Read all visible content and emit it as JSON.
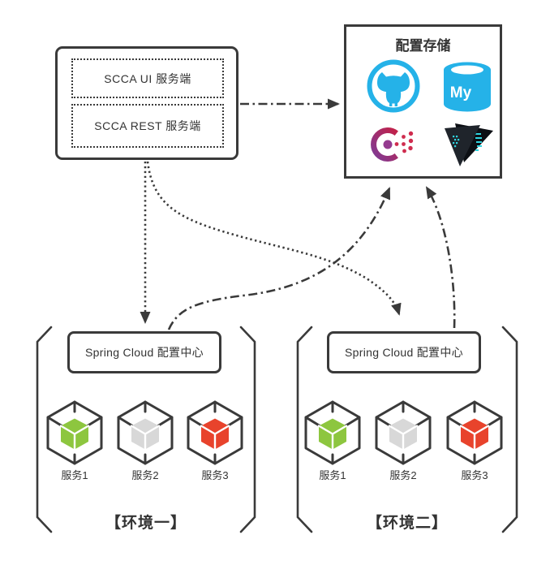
{
  "server_box": {
    "items": [
      {
        "label": "SCCA UI 服务端"
      },
      {
        "label": "SCCA REST 服务端"
      }
    ]
  },
  "storage": {
    "title": "配置存储",
    "mysql_label": "My",
    "icons": [
      {
        "name": "github-icon"
      },
      {
        "name": "mysql-icon"
      },
      {
        "name": "consul-icon"
      },
      {
        "name": "vault-icon"
      }
    ]
  },
  "environments": [
    {
      "label": "【环境一】",
      "config_center_label": "Spring Cloud 配置中心",
      "services": [
        {
          "label": "服务1",
          "color": "#8DC63F"
        },
        {
          "label": "服务2",
          "color": "#D8D8D8"
        },
        {
          "label": "服务3",
          "color": "#E8432C"
        }
      ]
    },
    {
      "label": "【环境二】",
      "config_center_label": "Spring Cloud 配置中心",
      "services": [
        {
          "label": "服务1",
          "color": "#8DC63F"
        },
        {
          "label": "服务2",
          "color": "#D8D8D8"
        },
        {
          "label": "服务3",
          "color": "#E8432C"
        }
      ]
    }
  ],
  "colors": {
    "line": "#3a3a3a",
    "cyan": "#25B2E8",
    "consul_purple": "#7D3B97",
    "consul_red": "#C32148",
    "consul_center": "#953B8F",
    "consul_dot": "#CF2C4E",
    "vault_front": "#1F242B",
    "vault_back": "#0C0F14",
    "vault_teal": "#2FD4E0"
  }
}
